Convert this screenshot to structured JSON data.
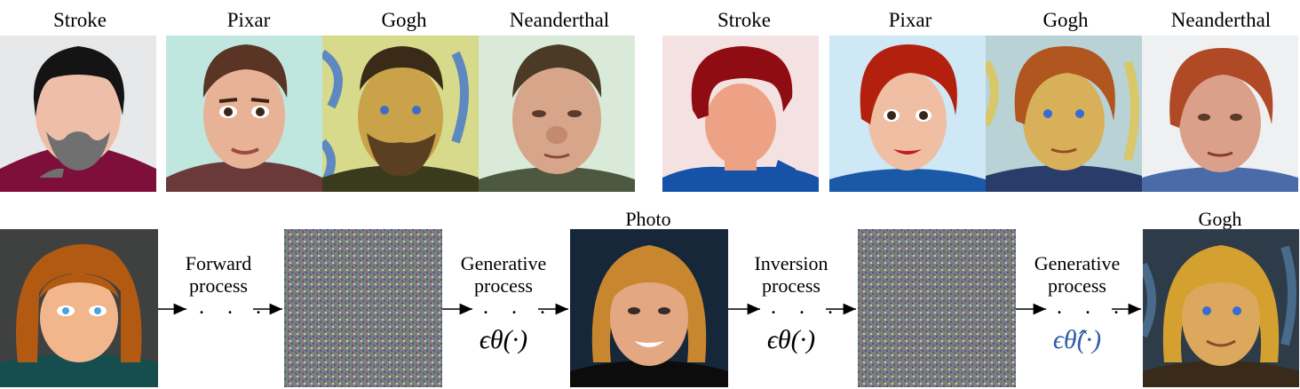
{
  "top_left": {
    "labels": [
      "Stroke",
      "Pixar",
      "Gogh",
      "Neanderthal"
    ]
  },
  "top_right": {
    "labels": [
      "Stroke",
      "Pixar",
      "Gogh",
      "Neanderthal"
    ]
  },
  "pipeline": {
    "forward_label": "Forward\nprocess",
    "generative_label_1": "Generative\nprocess",
    "photo_label": "Photo",
    "inversion_label": "Inversion\nprocess",
    "generative_label_2": "Generative\nprocess",
    "gogh_label": "Gogh",
    "dots": ". . .",
    "eps_1": "ϵθ(·)",
    "eps_2": "ϵθ(·)",
    "eps_3": "ϵθ̂(·)"
  },
  "colors": {
    "eps_finetuned": "#2e5ca8"
  }
}
